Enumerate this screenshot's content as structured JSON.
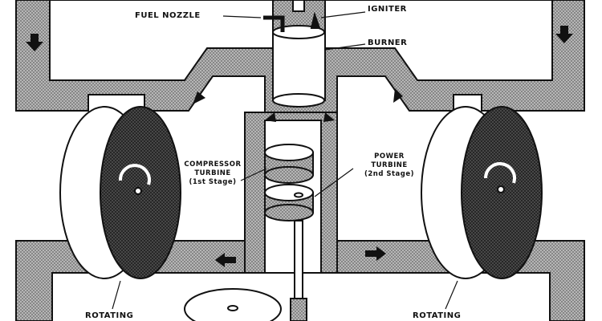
{
  "labels": {
    "fuel_nozzle": "FUEL NOZZLE",
    "igniter": "IGNITER",
    "burner": "BURNER",
    "compressor_turbine": [
      "COMPRESSOR",
      "TURBINE",
      "(1st Stage)"
    ],
    "power_turbine": [
      "POWER",
      "TURBINE",
      "(2nd Stage)"
    ],
    "rotating_left": "ROTATING",
    "rotating_right": "ROTATING"
  },
  "colors": {
    "duct": "#a8a8a8",
    "hatch_dark": "#3a3a3a",
    "ink": "#111111"
  }
}
